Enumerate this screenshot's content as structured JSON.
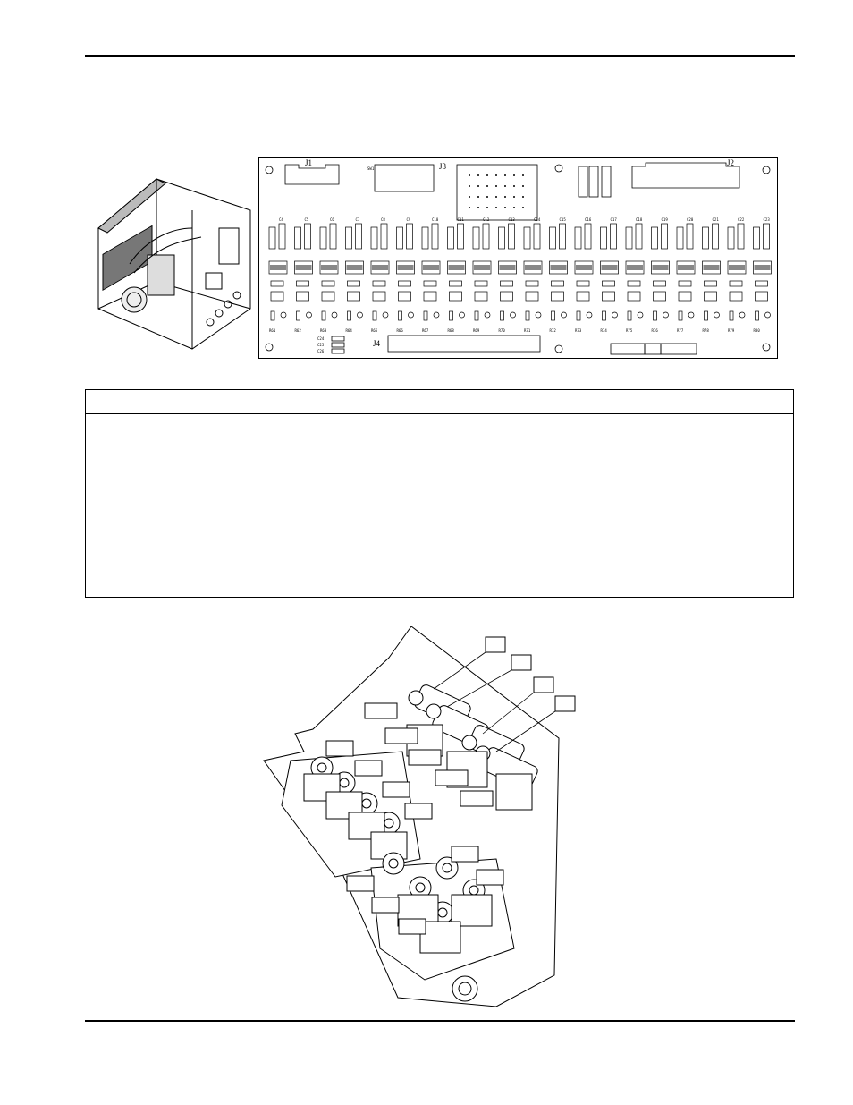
{
  "pcb": {
    "connectors": {
      "j1": "J1",
      "j2": "J2",
      "j3": "J3",
      "j4": "J4",
      "sw": "SW1"
    },
    "components": [
      "C4",
      "C5",
      "C6",
      "C7",
      "C8",
      "C9",
      "C10",
      "C11",
      "C12",
      "C13",
      "C14",
      "C15",
      "C16",
      "C17",
      "C18",
      "C19",
      "C20",
      "C21",
      "C22",
      "C23"
    ],
    "resistors": [
      "R61",
      "R62",
      "R63",
      "R64",
      "R65",
      "R66",
      "R67",
      "R68",
      "R69",
      "R70",
      "R71",
      "R72",
      "R73",
      "R74",
      "R75",
      "R76",
      "R77",
      "R78",
      "R79",
      "R80"
    ],
    "caps": [
      "C24",
      "C25",
      "C26"
    ]
  },
  "colors": {
    "ink": "#000000",
    "paper": "#ffffff",
    "shade": "#bfbfbf",
    "dark": "#555555"
  },
  "icons": {
    "cabinet": "cabinet-illustration",
    "pcb": "pcb-layout-illustration",
    "valves": "valve-assembly-illustration"
  }
}
